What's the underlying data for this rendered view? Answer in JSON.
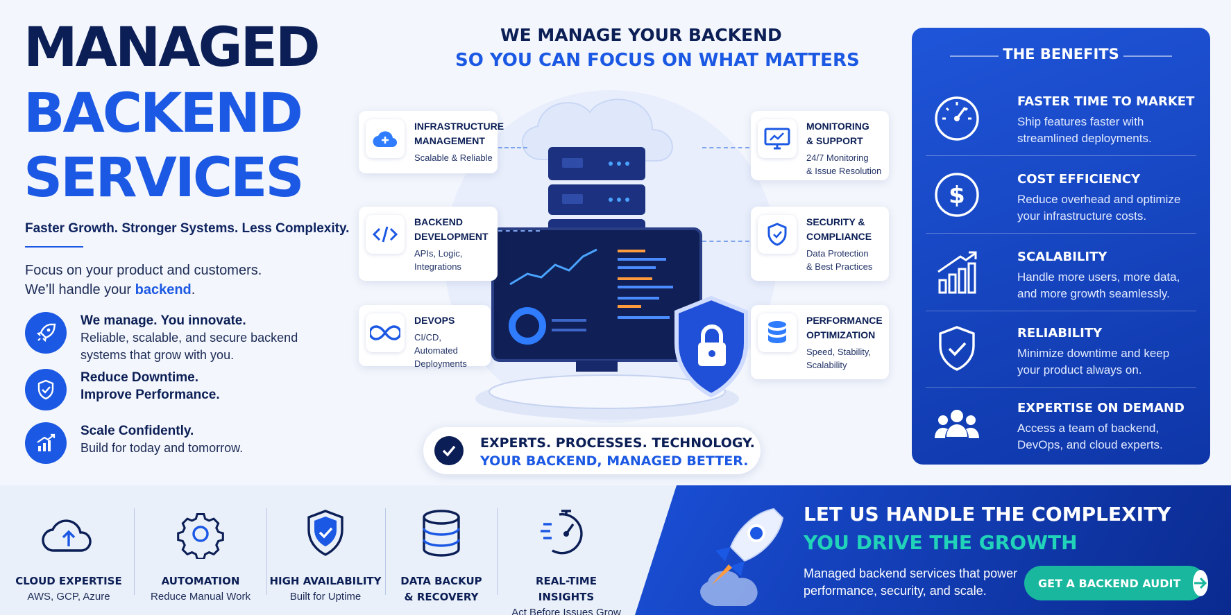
{
  "hero": {
    "title_line1": "MANAGED",
    "title_line2": "BACKEND",
    "title_line3": "SERVICES",
    "tagline": "Faster Growth. Stronger Systems. Less Complexity.",
    "intro_line1": "Focus on your product and customers.",
    "intro_line2_prefix": "We’ll handle your ",
    "intro_line2_emph": "backend",
    "intro_line2_suffix": "."
  },
  "features": [
    {
      "icon": "rocket-icon",
      "title": "We manage. You innovate.",
      "line1": "Reliable, scalable, and secure backend",
      "line2": "systems that grow with you."
    },
    {
      "icon": "shield-check-icon",
      "title": "Reduce Downtime.",
      "line1": "Improve Performance.",
      "line2": ""
    },
    {
      "icon": "growth-chart-icon",
      "title": "Scale Confidently.",
      "line1": "Build for today and tomorrow.",
      "line2": ""
    }
  ],
  "center": {
    "heading_line1": "WE MANAGE YOUR BACKEND",
    "heading_line2": "SO YOU CAN FOCUS ON WHAT MATTERS",
    "cards_left": [
      {
        "icon": "cloud-plus-icon",
        "title": "INFRASTRUCTURE\nMANAGEMENT",
        "subtitle": "Scalable & Reliable"
      },
      {
        "icon": "code-icon",
        "title": "BACKEND\nDEVELOPMENT",
        "subtitle": "APIs, Logic,\nIntegrations"
      },
      {
        "icon": "infinity-icon",
        "title": "DEVOPS",
        "subtitle": "CI/CD, Automated\nDeployments"
      }
    ],
    "cards_right": [
      {
        "icon": "monitor-chart-icon",
        "title": "MONITORING\n& SUPPORT",
        "subtitle": "24/7 Monitoring\n& Issue Resolution"
      },
      {
        "icon": "shield-icon",
        "title": "SECURITY &\nCOMPLIANCE",
        "subtitle": "Data Protection\n& Best Practices"
      },
      {
        "icon": "database-icon",
        "title": "PERFORMANCE\nOPTIMIZATION",
        "subtitle": "Speed, Stability,\nScalability"
      }
    ],
    "pill_line1": "EXPERTS. PROCESSES. TECHNOLOGY.",
    "pill_line2": "YOUR BACKEND, MANAGED BETTER."
  },
  "benefits": {
    "title": "THE BENEFITS",
    "items": [
      {
        "icon": "speedometer-icon",
        "title": "FASTER TIME TO MARKET",
        "desc": "Ship features faster with\nstreamlined deployments."
      },
      {
        "icon": "dollar-icon",
        "title": "COST EFFICIENCY",
        "desc": "Reduce overhead and optimize\nyour infrastructure costs."
      },
      {
        "icon": "bar-growth-icon",
        "title": "SCALABILITY",
        "desc": "Handle more users, more data,\nand more growth seamlessly."
      },
      {
        "icon": "shield-check-icon",
        "title": "RELIABILITY",
        "desc": "Minimize downtime and keep\nyour product always on."
      },
      {
        "icon": "team-icon",
        "title": "EXPERTISE ON DEMAND",
        "desc": "Access a team of backend,\nDevOps, and cloud experts."
      }
    ]
  },
  "strip": [
    {
      "icon": "cloud-upload-icon",
      "title": "CLOUD EXPERTISE",
      "subtitle": "AWS, GCP, Azure"
    },
    {
      "icon": "gear-icon",
      "title": "AUTOMATION",
      "subtitle": "Reduce Manual Work"
    },
    {
      "icon": "shield-check-icon",
      "title": "HIGH AVAILABILITY",
      "subtitle": "Built for Uptime"
    },
    {
      "icon": "database-icon",
      "title": "DATA BACKUP\n& RECOVERY",
      "subtitle": ""
    },
    {
      "icon": "realtime-gauge-icon",
      "title": "REAL-TIME INSIGHTS",
      "subtitle": "Act Before Issues Grow"
    }
  ],
  "cta": {
    "line1": "LET US HANDLE THE COMPLEXITY",
    "line2": "YOU DRIVE THE GROWTH",
    "desc": "Managed backend services that power\nperformance, security, and scale.",
    "button_label": "GET A BACKEND AUDIT"
  },
  "colors": {
    "navy": "#0b1e55",
    "accent": "#1b58e3",
    "teal": "#19b79e"
  }
}
